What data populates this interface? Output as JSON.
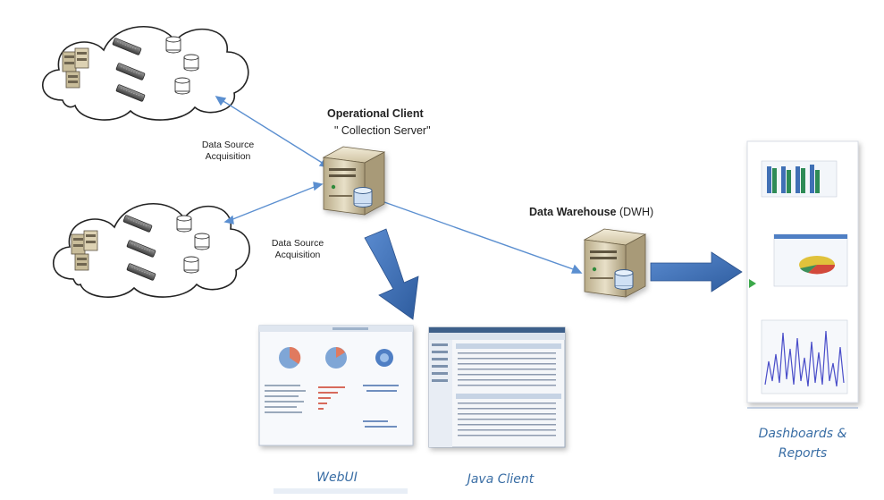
{
  "labels": {
    "operational_client_title": "Operational Client",
    "operational_client_subtitle": "\" Collection Server\"",
    "data_source_1_line1": "Data Source",
    "data_source_1_line2": "Acquisition",
    "data_source_2_line1": "Data Source",
    "data_source_2_line2": "Acquisition",
    "dwh_title": "Data Warehouse",
    "dwh_suffix": " (DWH)",
    "webui_caption": "WebUI",
    "java_client_caption": "Java Client",
    "dashboards_line1": "Dashboards &",
    "dashboards_line2": "Reports"
  },
  "colors": {
    "connector_line": "#5b8fd0",
    "big_arrow": "#3f6fb5",
    "caption_text": "#3a6ea5",
    "server_body": "#d8cdb0"
  },
  "icons": {
    "cloud": "cloud-icon",
    "server_tower": "server-icon",
    "network_switch": "switch-icon",
    "database": "database-icon"
  }
}
